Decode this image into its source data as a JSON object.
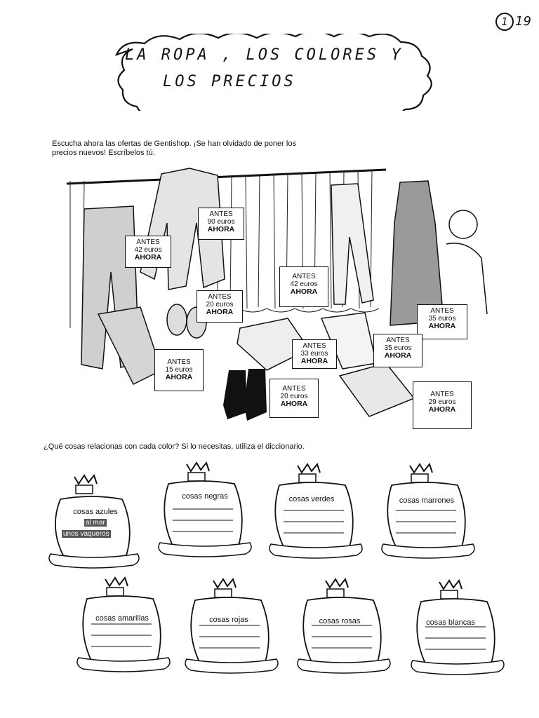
{
  "page_number": "19",
  "page_marker": "1",
  "title_line1": "LA ROPA , LOS COLORES Y",
  "title_line2": "LOS PRECIOS",
  "instruction1": "Escucha ahora las ofertas de Gentishop. ¡Se han olvidado de poner los precios nuevos! Escríbelos tú.",
  "instruction2": "¿Qué cosas relacionas con cada color? Si lo necesitas, utiliza el diccionario.",
  "tags": [
    {
      "antes": "ANTES",
      "price": "42 euros",
      "ahora": "AHORA"
    },
    {
      "antes": "ANTES",
      "price": "90 euros",
      "ahora": "AHORA"
    },
    {
      "antes": "ANTES",
      "price": "20 euros",
      "ahora": "AHORA"
    },
    {
      "antes": "ANTES",
      "price": "42 euros",
      "ahora": "AHORA"
    },
    {
      "antes": "ANTES",
      "price": "35 euros",
      "ahora": "AHORA"
    },
    {
      "antes": "ANTES",
      "price": "15 euros",
      "ahora": "AHORA"
    },
    {
      "antes": "ANTES",
      "price": "33 euros",
      "ahora": "AHORA"
    },
    {
      "antes": "ANTES",
      "price": "35 euros",
      "ahora": "AHORA"
    },
    {
      "antes": "ANTES",
      "price": "20 euros",
      "ahora": "AHORA"
    },
    {
      "antes": "ANTES",
      "price": "29 euros",
      "ahora": "AHORA"
    }
  ],
  "sacks": [
    {
      "label": "cosas azules",
      "examples": [
        "al mar",
        "unos vaqueros"
      ]
    },
    {
      "label": "cosas negras"
    },
    {
      "label": "cosas verdes"
    },
    {
      "label": "cosas marrones"
    },
    {
      "label": "cosas amarillas"
    },
    {
      "label": "cosas rojas"
    },
    {
      "label": "cosas rosas"
    },
    {
      "label": "cosas blancas"
    }
  ]
}
